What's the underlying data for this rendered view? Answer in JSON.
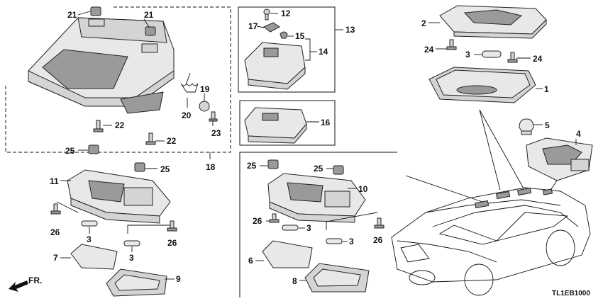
{
  "diagram": {
    "callouts": [
      "21",
      "21",
      "22",
      "22",
      "20",
      "19",
      "23",
      "18",
      "25",
      "25",
      "11",
      "26",
      "26",
      "3",
      "3",
      "7",
      "9",
      "12",
      "17",
      "15",
      "14",
      "13",
      "16",
      "25",
      "25",
      "10",
      "26",
      "26",
      "3",
      "3",
      "6",
      "8",
      "2",
      "24",
      "3",
      "24",
      "1",
      "5",
      "4"
    ],
    "direction_label": "FR.",
    "drawing_code": "TL1EB1000"
  }
}
